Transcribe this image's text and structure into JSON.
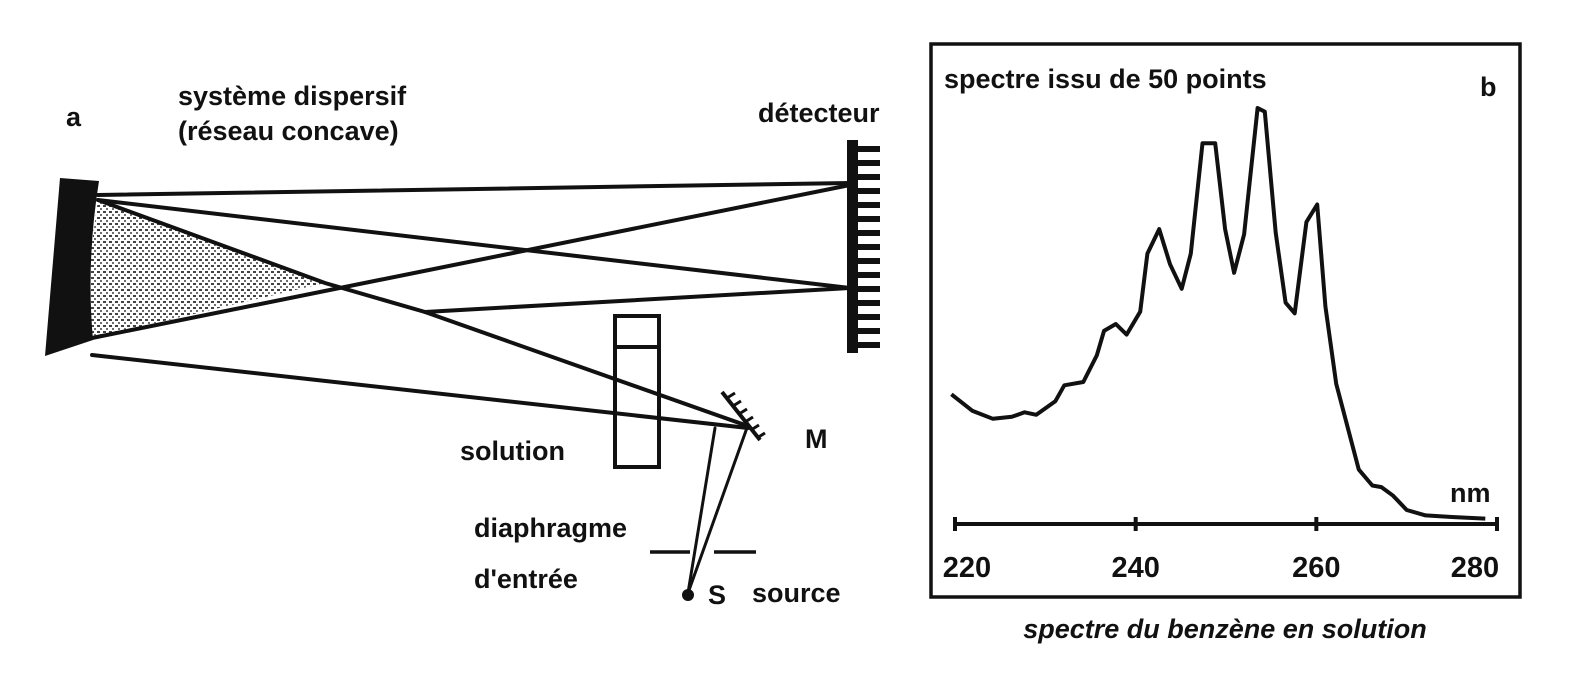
{
  "diagram": {
    "panel_label": "a",
    "dispersive_system": "système dispersif",
    "dispersive_system_sub": "(réseau concave)",
    "detector": "détecteur",
    "solution": "solution",
    "mirror": "M",
    "diaphragm": "diaphragme",
    "diaphragm_sub": "d'entrée",
    "source_letter": "S",
    "source": "source"
  },
  "chart_data": {
    "type": "line",
    "title": "spectre issu de 50 points",
    "panel_label": "b",
    "xlabel": "nm",
    "ylabel": "",
    "caption": "spectre du benzène en solution",
    "xlim": [
      220,
      280
    ],
    "ylim": [
      0,
      1
    ],
    "xticks": [
      "220",
      "240",
      "260",
      "280"
    ],
    "grid": false,
    "series": [
      {
        "name": "benzène",
        "x": [
          219.6,
          221.9,
          224.2,
          226.3,
          227.7,
          229.0,
          231.1,
          232.1,
          234.2,
          235.7,
          236.5,
          237.8,
          239.0,
          240.5,
          241.3,
          242.6,
          243.8,
          245.1,
          246.1,
          247.4,
          248.8,
          249.9,
          250.9,
          252.0,
          253.5,
          254.3,
          255.5,
          256.6,
          257.6,
          258.9,
          260.1,
          261.0,
          262.2,
          264.7,
          266.2,
          267.2,
          268.5,
          270.0,
          272.1,
          275.0,
          278.7
        ],
        "y": [
          0.3,
          0.26,
          0.24,
          0.245,
          0.256,
          0.25,
          0.283,
          0.322,
          0.33,
          0.395,
          0.455,
          0.472,
          0.446,
          0.502,
          0.644,
          0.704,
          0.618,
          0.558,
          0.644,
          0.914,
          0.914,
          0.704,
          0.597,
          0.691,
          1.0,
          0.991,
          0.695,
          0.524,
          0.498,
          0.721,
          0.764,
          0.515,
          0.326,
          0.116,
          0.077,
          0.073,
          0.052,
          0.017,
          0.004,
          0.0,
          -0.004
        ]
      }
    ]
  }
}
